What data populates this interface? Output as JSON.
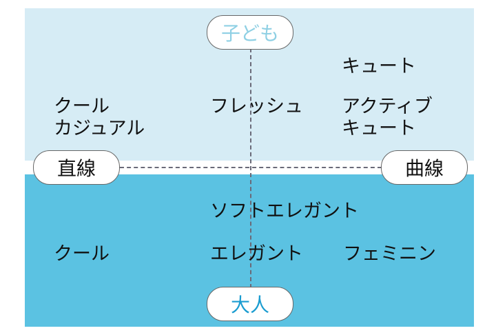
{
  "axes": {
    "top": "子ども",
    "bottom": "大人",
    "left": "直線",
    "right": "曲線"
  },
  "colors": {
    "top_region": "#d6ecf5",
    "bottom_region": "#5bc2e2",
    "top_label": "#8fd0e4",
    "bottom_label": "#1a9cd0"
  },
  "quadrants": {
    "upper_right_top": "キュート",
    "upper_left": [
      "クール",
      "カジュアル"
    ],
    "upper_center": "フレッシュ",
    "upper_right": [
      "アクティブ",
      "キュート"
    ],
    "lower_center_top": "ソフトエレガント",
    "lower_left": "クール",
    "lower_center": "エレガント",
    "lower_right": "フェミニン"
  }
}
